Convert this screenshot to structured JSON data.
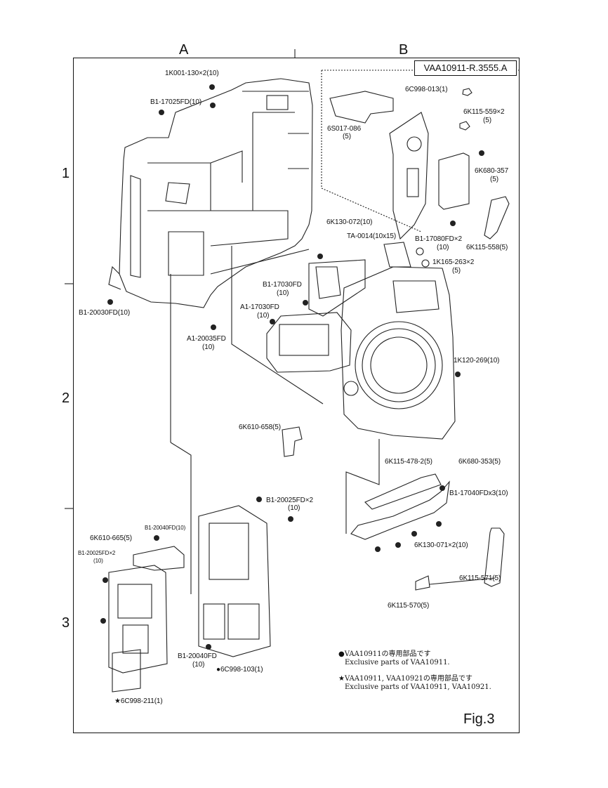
{
  "sheet_id": "VAA10911-R.3555.A",
  "figure_label": "Fig.3",
  "grid": {
    "columns": [
      "A",
      "B"
    ],
    "rows": [
      "1",
      "2",
      "3"
    ]
  },
  "parts": [
    {
      "code": "1K001-130×2(10)"
    },
    {
      "code": "B1-17025FD(10)"
    },
    {
      "code": "6C998-013(1)"
    },
    {
      "code": "6K115-559×2",
      "qty": "(5)"
    },
    {
      "code": "6S017-086",
      "qty": "(5)"
    },
    {
      "code": "6K680-357",
      "qty": "(5)"
    },
    {
      "code": "6K115-558(5)"
    },
    {
      "code": "B1-17080FD×2",
      "qty": "(10)"
    },
    {
      "code": "6K130-072(10)"
    },
    {
      "code": "TA-0014(10x15)"
    },
    {
      "code": "1K165-263×2",
      "qty": "(5)"
    },
    {
      "code": "B1-17030FD",
      "qty": "(10)"
    },
    {
      "code": "A1-17030FD",
      "qty": "(10)"
    },
    {
      "code": "B1-20030FD(10)"
    },
    {
      "code": "A1-20035FD",
      "qty": "(10)"
    },
    {
      "code": "1K120-269(10)"
    },
    {
      "code": "6K610-658(5)"
    },
    {
      "code": "6K115-478-2(5)"
    },
    {
      "code": "6K680-353(5)"
    },
    {
      "code": "B1-17040FDx3(10)"
    },
    {
      "code": "6K130-071×2(10)"
    },
    {
      "code": "6K115-571(5)"
    },
    {
      "code": "6K115-570(5)"
    },
    {
      "code": "B1-20025FD×2",
      "qty": "(10)"
    },
    {
      "code": "B1-20040FD(10)"
    },
    {
      "code": "6K610-665(5)"
    },
    {
      "code": "B1-20025FD×2",
      "qty": "(10)"
    },
    {
      "code": "B1-20040FD",
      "qty": "(10)"
    },
    {
      "code": "●6C998-103(1)"
    },
    {
      "code": "★6C998-211(1)"
    }
  ],
  "notes": [
    {
      "line1": "●VAA10911の専用部品です",
      "line2": "Exclusive parts of VAA10911."
    },
    {
      "line1": "★VAA10911, VAA10921の専用部品です",
      "line2": "Exclusive parts of VAA10911, VAA10921."
    }
  ]
}
